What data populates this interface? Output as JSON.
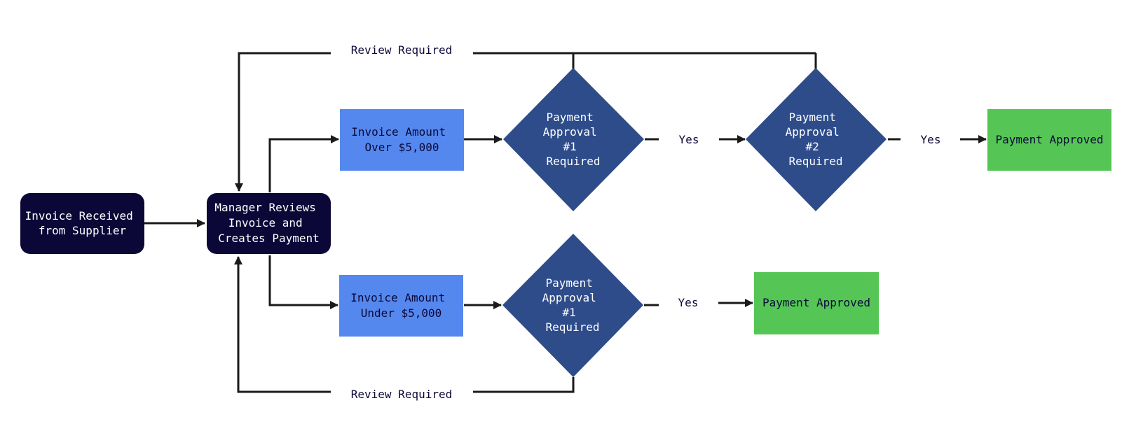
{
  "colors": {
    "dark_navy": "#0b0838",
    "light_blue": "#5588ee",
    "diamond_blue": "#2e4c8a",
    "green": "#55c655",
    "line": "#1a1a1a",
    "white_text": "#ffffff",
    "dark_text": "#0b0838"
  },
  "nodes": {
    "invoice_received": {
      "lines": [
        "Invoice Received",
        "from Supplier"
      ]
    },
    "manager_reviews": {
      "lines": [
        "Manager Reviews",
        "Invoice and",
        "Creates Payment"
      ]
    },
    "over_5000": {
      "lines": [
        "Invoice Amount",
        "Over $5,000"
      ]
    },
    "under_5000": {
      "lines": [
        "Invoice Amount",
        "Under $5,000"
      ]
    },
    "approval1_top": {
      "lines": [
        "Payment",
        "Approval",
        "#1",
        "Required"
      ]
    },
    "approval2_top": {
      "lines": [
        "Payment",
        "Approval",
        "#2",
        "Required"
      ]
    },
    "approval1_bottom": {
      "lines": [
        "Payment",
        "Approval",
        "#1",
        "Required"
      ]
    },
    "approved_top": {
      "lines": [
        "Payment Approved"
      ]
    },
    "approved_bottom": {
      "lines": [
        "Payment Approved"
      ]
    }
  },
  "edge_labels": {
    "review_required_top": "Review Required",
    "review_required_bottom": "Review Required",
    "yes_top_1": "Yes",
    "yes_top_2": "Yes",
    "yes_bottom": "Yes"
  }
}
